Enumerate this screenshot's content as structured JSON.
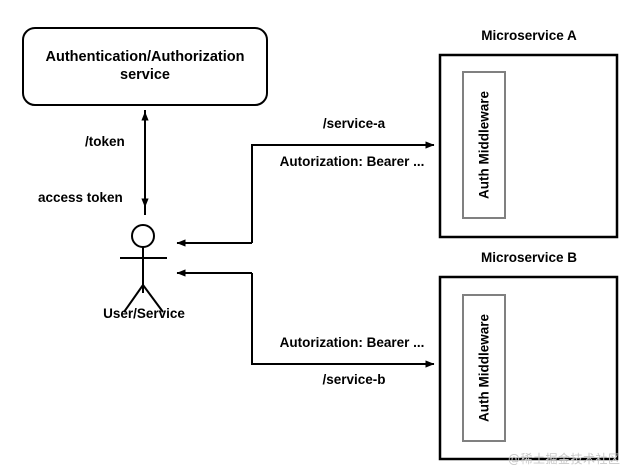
{
  "diagram": {
    "title_hidden": "",
    "auth_service": {
      "line1": "Authentication/Authorization",
      "line2": "service"
    },
    "actor": {
      "label": "User/Service"
    },
    "edges": {
      "token_request": "/token",
      "token_response": "access token",
      "service_a_path": "/service-a",
      "service_a_header": "Autorization: Bearer ...",
      "service_b_header": "Autorization: Bearer ...",
      "service_b_path": "/service-b"
    },
    "microservice_a": {
      "title": "Microservice A",
      "middleware": "Auth Middleware"
    },
    "microservice_b": {
      "title": "Microservice B",
      "middleware": "Auth Middleware"
    },
    "watermark": "@稀土掘金技术社区",
    "colors": {
      "stroke": "#000000",
      "inner_box_stroke": "#808080",
      "background": "#ffffff",
      "watermark": "#c9c9c9"
    }
  }
}
